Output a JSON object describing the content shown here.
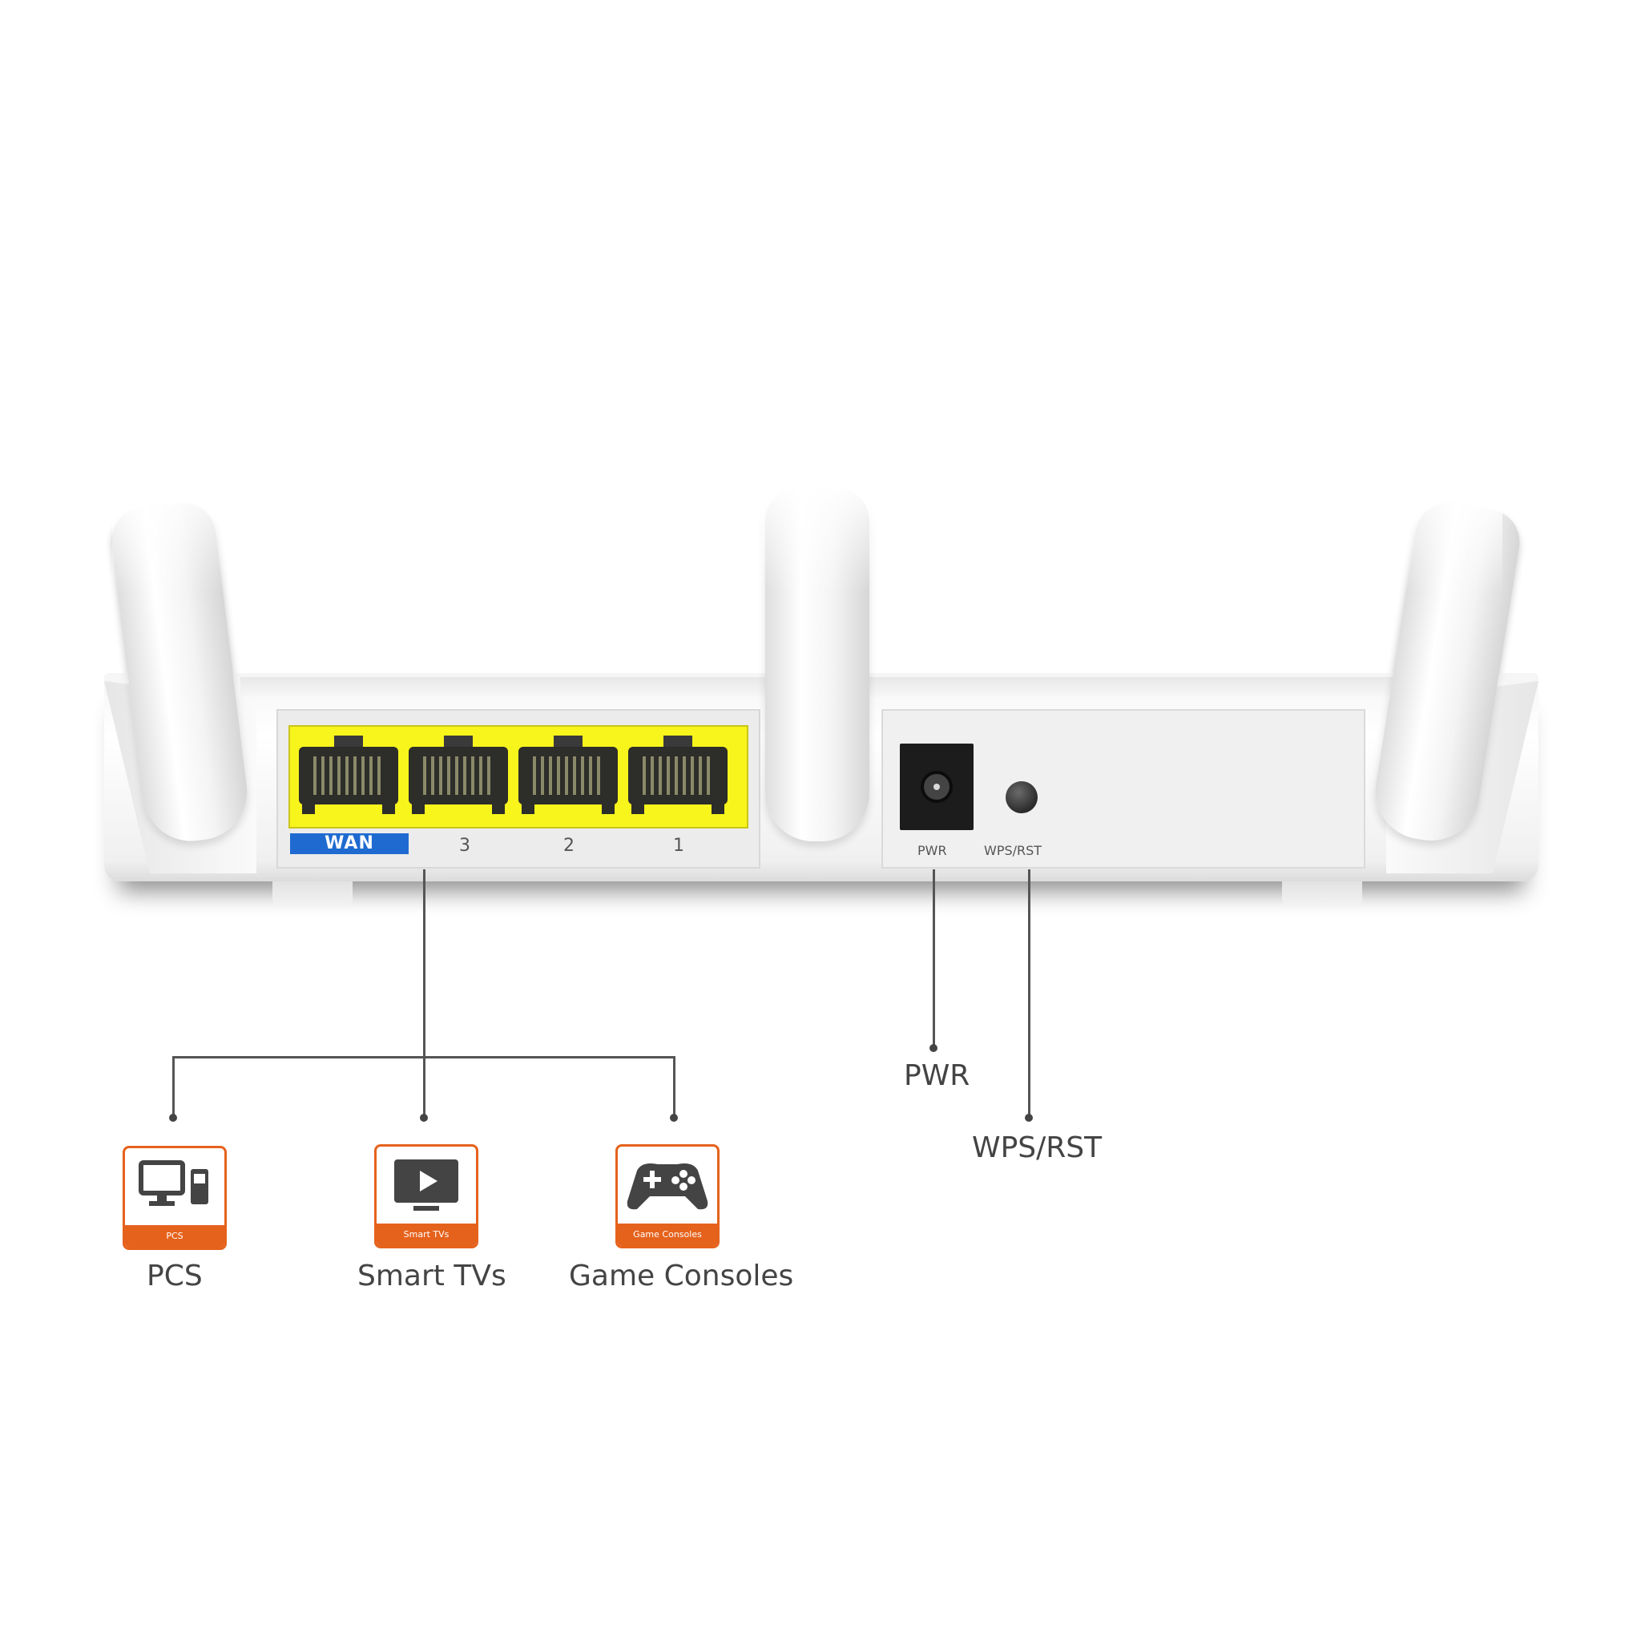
{
  "router": {
    "ports": [
      {
        "id": "wan",
        "label": "WAN"
      },
      {
        "id": "lan3",
        "label": "3"
      },
      {
        "id": "lan2",
        "label": "2"
      },
      {
        "id": "lan1",
        "label": "1"
      }
    ],
    "power_label": "PWR",
    "reset_label": "WPS/RST"
  },
  "callouts": {
    "pwr": "PWR",
    "wps_rst": "WPS/RST"
  },
  "devices": [
    {
      "label": "PCS",
      "badge": "PCS",
      "icon": "pc-icon"
    },
    {
      "label": "Smart TVs",
      "badge": "Smart TVs",
      "icon": "tv-play-icon"
    },
    {
      "label": "Game Consoles",
      "badge": "Game Consoles",
      "icon": "gamepad-icon"
    }
  ],
  "colors": {
    "port_panel": "#f7f51c",
    "wan_badge": "#1f6ad1",
    "accent_orange": "#e5621c"
  }
}
